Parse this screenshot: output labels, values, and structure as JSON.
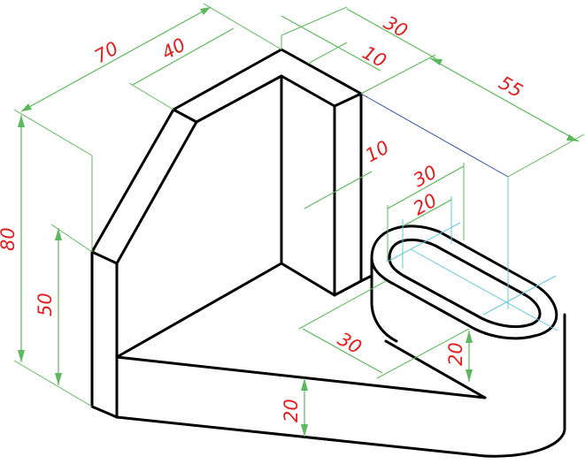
{
  "colors": {
    "object_lines": "#000000",
    "dimension_lines": "#5cb85c",
    "dimension_text": "#e02020",
    "center_lines": "#66c8d8",
    "hidden_lines": "#3355aa"
  },
  "dimensions": {
    "d70": "70",
    "d40": "40",
    "d30_top": "30",
    "d10_top": "10",
    "d55": "55",
    "d10_mid": "10",
    "d30_slot": "30",
    "d20_slot": "20",
    "d80": "80",
    "d50": "50",
    "d30_base": "30",
    "d20_right": "20",
    "d20_base": "20"
  }
}
